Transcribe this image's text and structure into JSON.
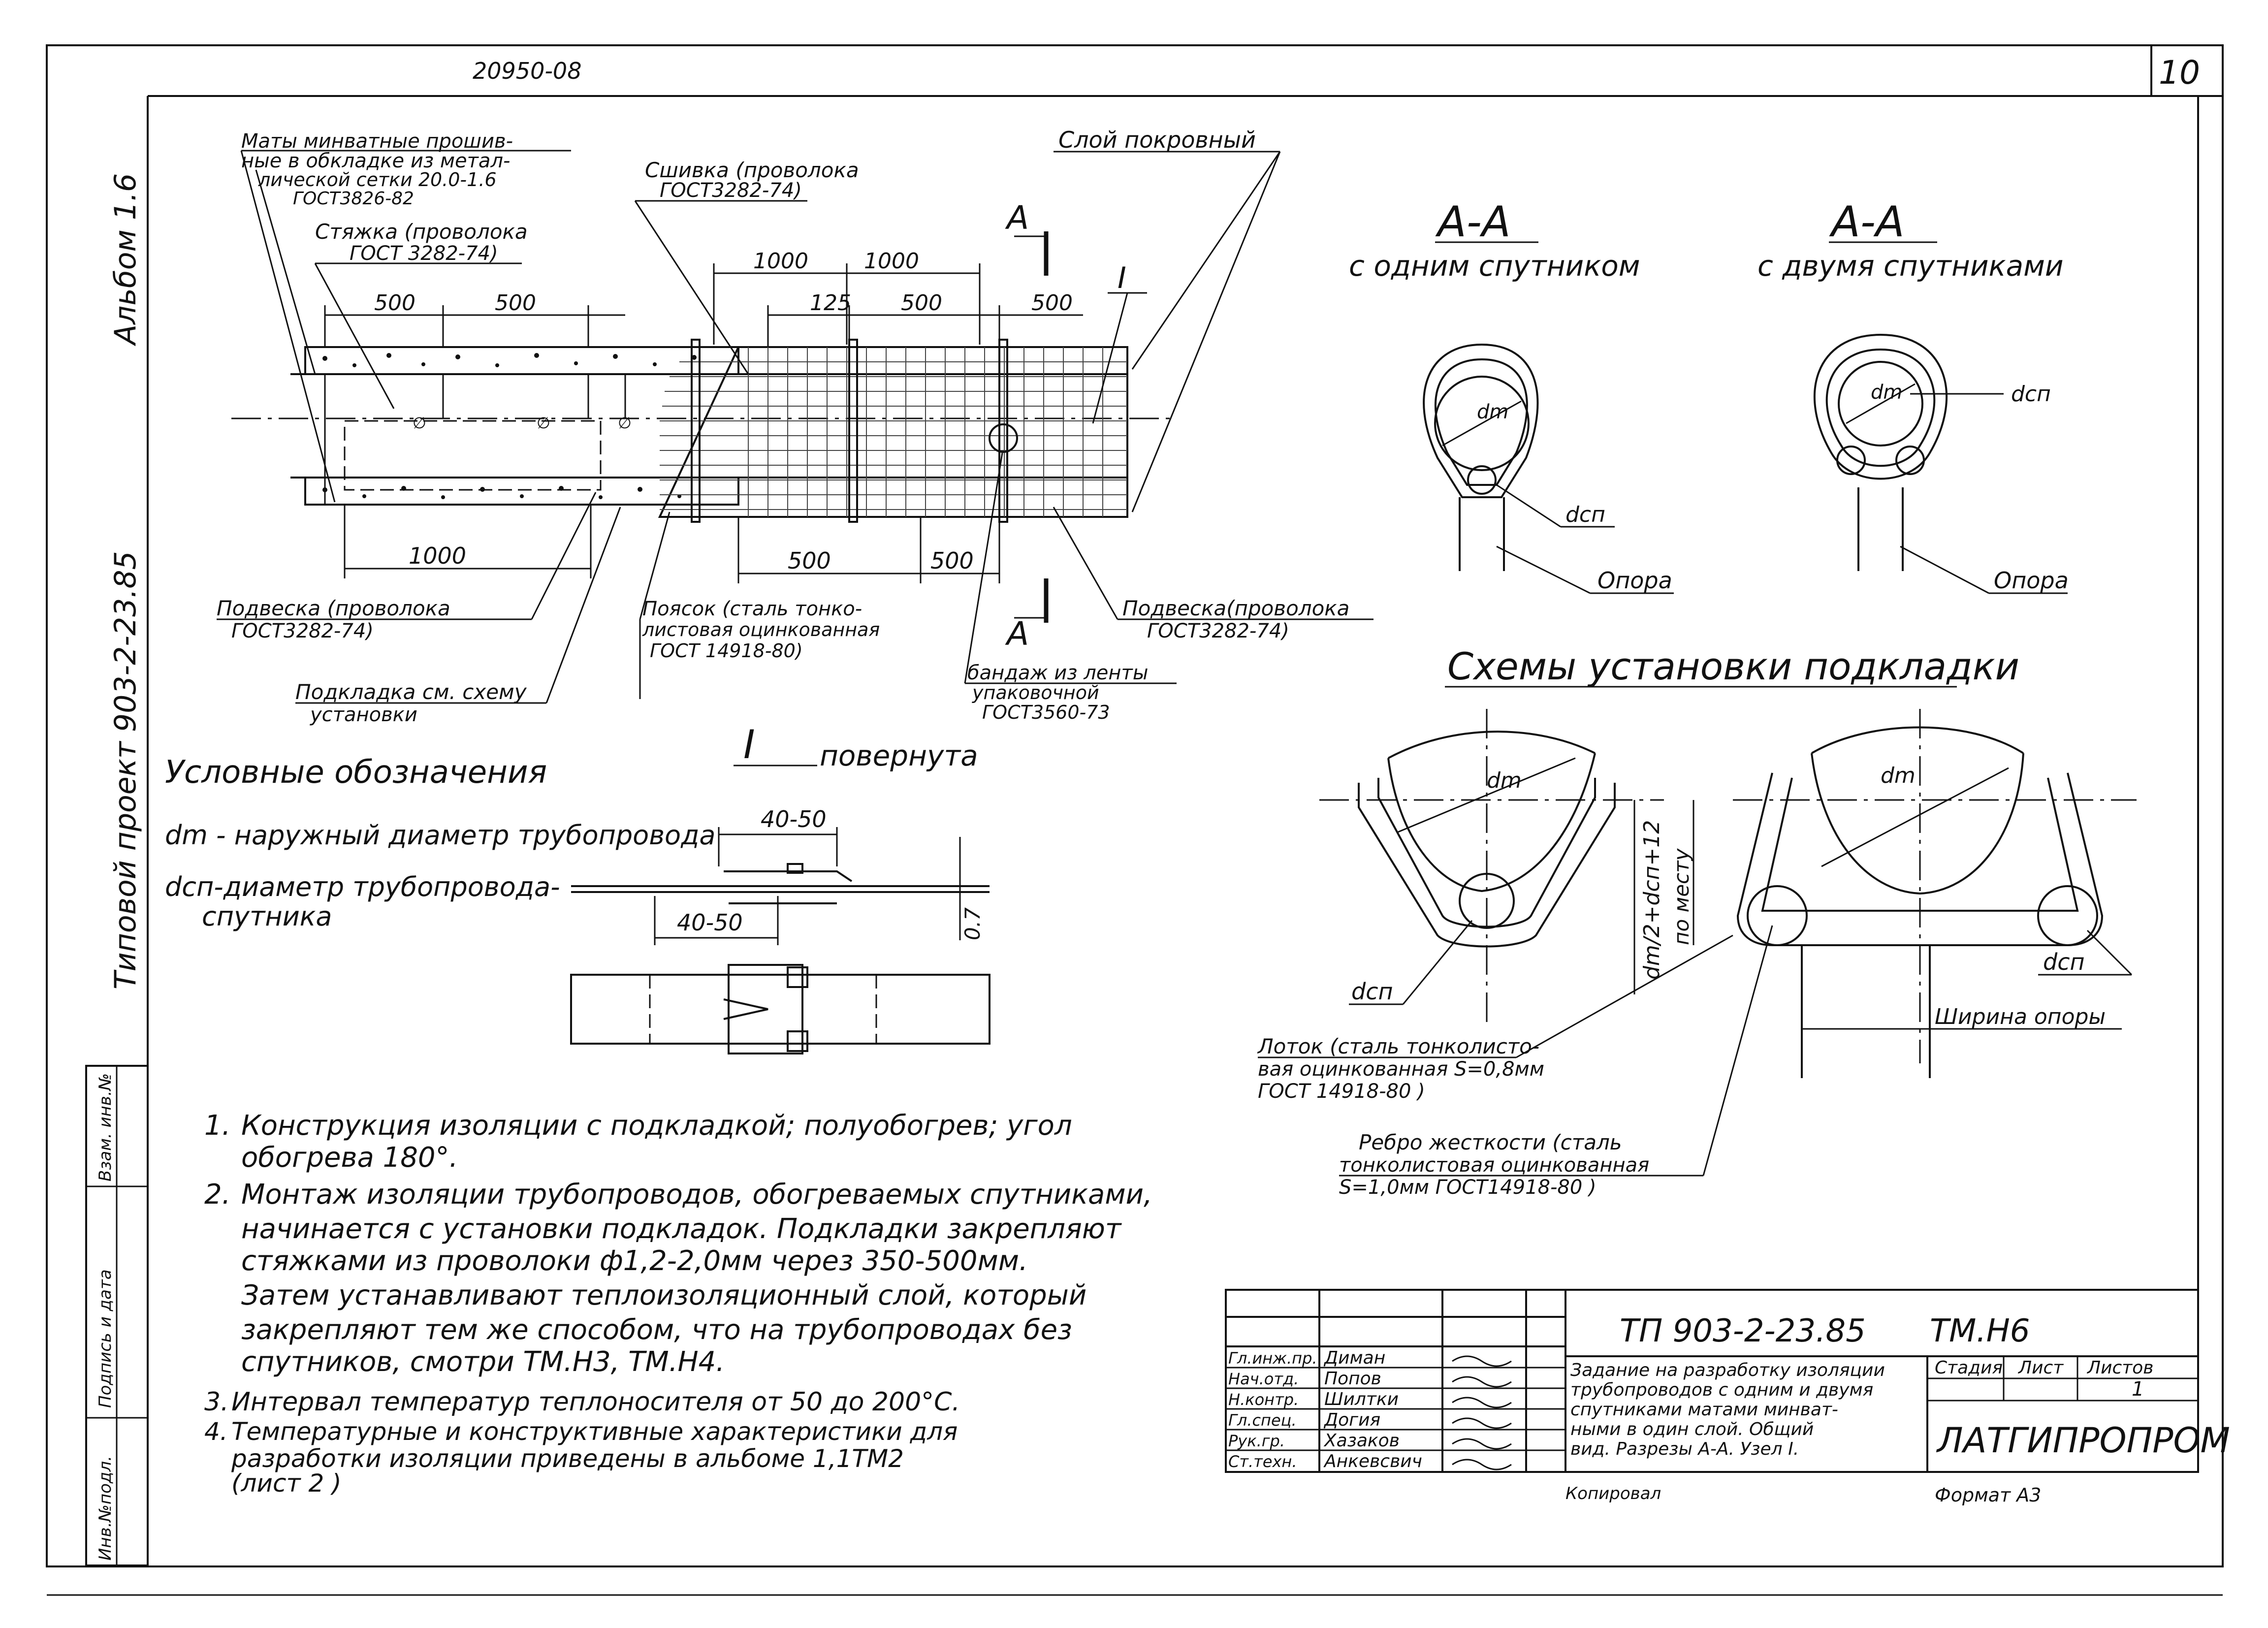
{
  "sheet": {
    "doc_number": "20950-08",
    "sheet_number": "10",
    "side_album": "Альбом 1.6",
    "side_project": "Типовой проект 903-2-23.85",
    "side_stamps": [
      "Инв.№подл.",
      "Подпись и дата",
      "Взам. инв.№"
    ]
  },
  "main_view": {
    "labels": {
      "maty": [
        "Маты минватные прошив-",
        "ные в обкладке из метал-",
        "лической сетки 20.0-1.6",
        "ГОСТ3826-82"
      ],
      "styazhka": [
        "Стяжка (проволока",
        "ГОСТ 3282-74)"
      ],
      "sshivka": [
        "Сшивка (проволока",
        "ГОСТ3282-74)"
      ],
      "sloy": "Слой покровный",
      "section_mark": "А",
      "node_mark": "I",
      "podveska_left": [
        "Подвеска (проволока",
        "ГОСТ3282-74)"
      ],
      "podkladka": [
        "Подкладка см. схему",
        "установки"
      ],
      "poyazhka": [
        "Поясок (сталь тонко-",
        "листовая оцинкованная",
        "ГОСТ 14918-80)"
      ],
      "bandazh": [
        "бандаж из ленты",
        "упаковочной",
        "ГОСТ3560-73"
      ],
      "podveska_right": [
        "Подвеска(проволока",
        "ГОСТ3282-74)"
      ]
    },
    "dims_top": [
      "1000",
      "1000",
      "125",
      "500",
      "500",
      "500",
      "500"
    ],
    "dims_bottom": [
      "1000",
      "500",
      "500"
    ]
  },
  "sections": {
    "one_title": "А-А",
    "one_sub": "с одним спутником",
    "two_title": "А-А",
    "two_sub": "с двумя спутниками",
    "dm": "dm",
    "dcp": "dсп",
    "opora": "Опора"
  },
  "schemes": {
    "title": "Схемы установки подкладки",
    "dm": "dm",
    "dcp": "dсп",
    "dim_formula": "dm/2+dсп+12",
    "po_mestu": "по месту",
    "shirina": "Ширина опоры",
    "lotok": [
      "Лоток (сталь тонколисто-",
      "вая оцинкованная S=0,8мм",
      "ГОСТ 14918-80 )"
    ],
    "rebro": [
      "Ребро жесткости (сталь",
      "тонколистовая оцинкованная",
      "S=1,0мм ГОСТ14918-80 )"
    ]
  },
  "legend": {
    "title": "Условные обозначения",
    "dm_desc": "dm - наружный диаметр трубопровода",
    "dcp_desc_1": "dсп-диаметр трубопровода-",
    "dcp_desc_2": "спутника"
  },
  "node": {
    "mark": "I",
    "label": "повернута",
    "dim1": "40-50",
    "dim2": "40-50",
    "dim3": "0.7"
  },
  "notes": [
    {
      "n": "1.",
      "lines": [
        "Конструкция изоляции с подкладкой; полуобогрев; угол",
        "обогрева 180°."
      ]
    },
    {
      "n": "2.",
      "lines": [
        "Монтаж изоляции трубопроводов, обогреваемых спутниками,",
        "начинается с установки подкладок. Подкладки закрепляют",
        "стяжками из проволоки ф1,2-2,0мм через 350-500мм.",
        "Затем устанавливают теплоизоляционный слой, который",
        "закрепляют тем же способом, что на трубопроводах без",
        "спутников, смотри ТМ.Н3, ТМ.Н4."
      ]
    },
    {
      "n": "3.",
      "lines": [
        "Интервал температур теплоносителя от 50 до 200°С."
      ]
    },
    {
      "n": "4.",
      "lines": [
        "Температурные и конструктивные характеристики для",
        "разработки изоляции приведены в альбоме 1,1ТМ2",
        "(лист 2 )"
      ]
    }
  ],
  "title_block": {
    "project": "ТП 903-2-23.85",
    "code": "ТМ.Н6",
    "roles": [
      "Гл.инж.пр.",
      "Нач.отд.",
      "Н.контр.",
      "Гл.спец.",
      "Рук.гр.",
      "Ст.техн."
    ],
    "names": [
      "Диман",
      "Попов",
      "Шилтки",
      "Догия",
      "Хазаков",
      "Анкевсвич"
    ],
    "description": [
      "Задание на разработку изоляции",
      "трубопроводов с одним и двумя",
      "спутниками матами минват-",
      "ными в один слой. Общий",
      "вид. Разрезы А-А. Узел I."
    ],
    "stage_hdr": "Стадия",
    "sheet_hdr": "Лист",
    "sheets_hdr": "Листов",
    "sheet_val": "1",
    "org": "ЛАТГИПРОПРОМ",
    "copied": "Копировал",
    "format": "Формат А3"
  }
}
